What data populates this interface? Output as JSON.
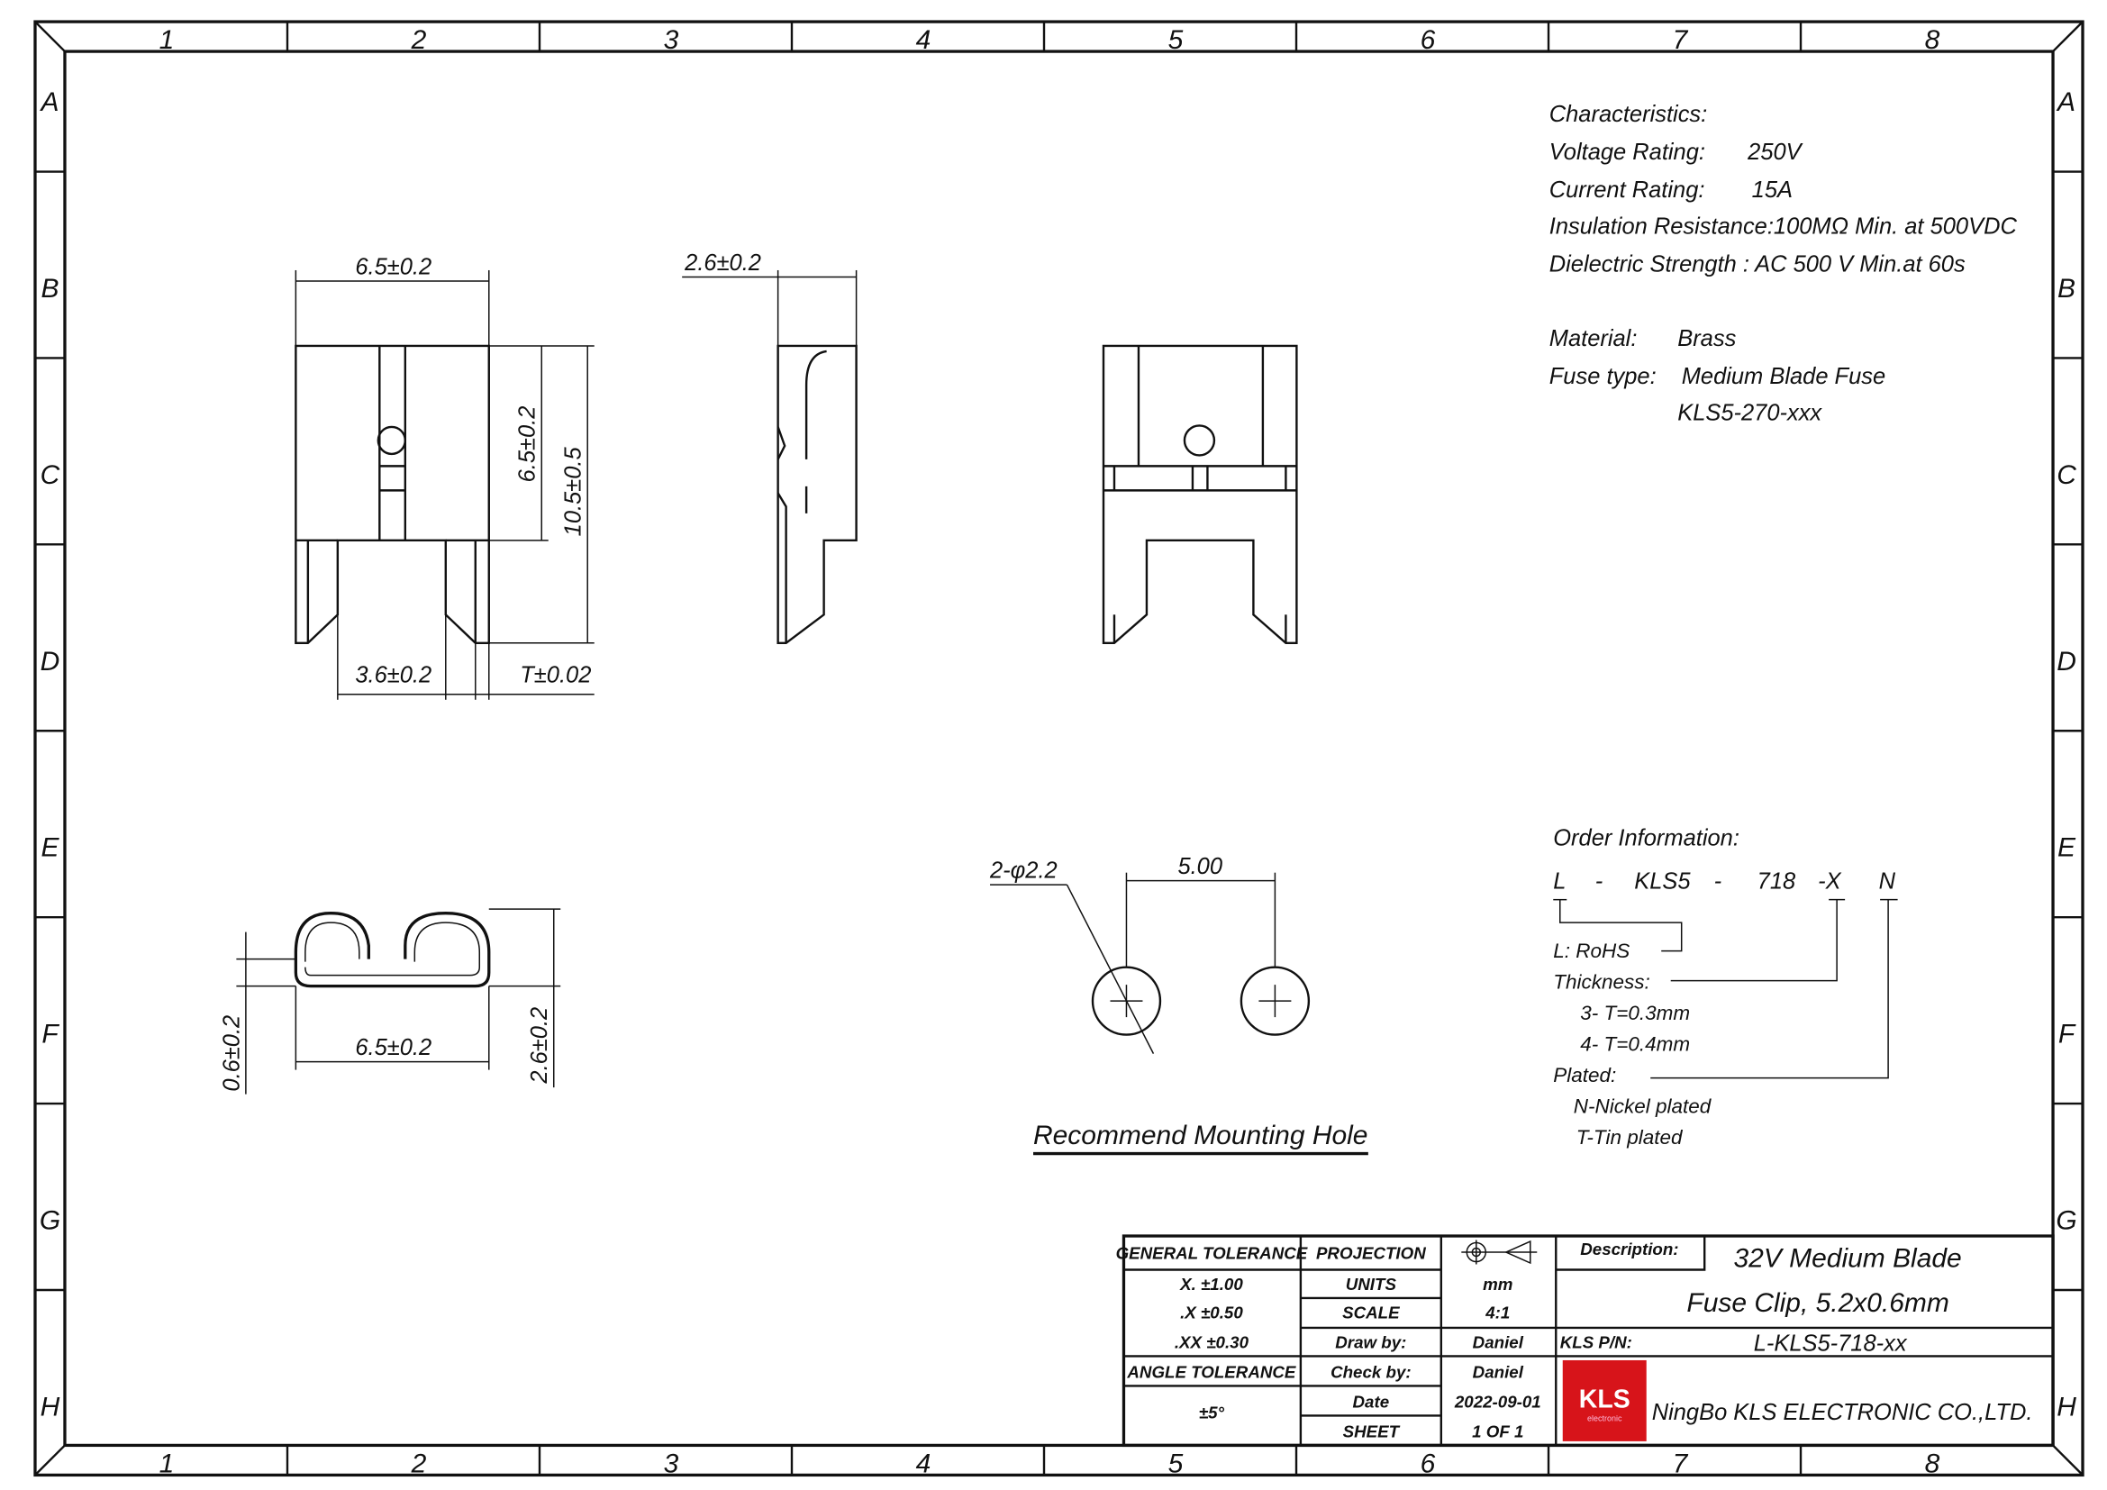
{
  "frame": {
    "columns": [
      "1",
      "2",
      "3",
      "4",
      "5",
      "6",
      "7",
      "8"
    ],
    "rows": [
      "A",
      "B",
      "C",
      "D",
      "E",
      "F",
      "G",
      "H"
    ]
  },
  "characteristics": {
    "heading": "Characteristics:",
    "voltage_label": "Voltage Rating:",
    "voltage_value": "250V",
    "current_label": "Current Rating:",
    "current_value": "15A",
    "insulation": "Insulation Resistance:100MΩ Min. at 500VDC",
    "dielectric": "Dielectric Strength :  AC 500 V Min.at 60s",
    "material_label": "Material:",
    "material_value": "Brass",
    "fuse_type_label": "Fuse type:",
    "fuse_type_value": "Medium Blade Fuse",
    "fuse_type_part": "KLS5-270-xxx"
  },
  "dimensions": {
    "front_width": "6.5±0.2",
    "front_body_height": "6.5±0.2",
    "front_total_height": "10.5±0.5",
    "leg_spacing": "3.6±0.2",
    "thickness": "T±0.02",
    "side_width": "2.6±0.2",
    "section_width": "6.5±0.2",
    "section_gap": "0.6±0.2",
    "section_height": "2.6±0.2",
    "hole_diameter": "2-φ2.2",
    "hole_spacing": "5.00"
  },
  "mounting_hole_title": "Recommend Mounting Hole",
  "order_info": {
    "heading": "Order Information:",
    "code_parts": [
      "L",
      "-",
      "KLS5",
      "-",
      "718",
      "-X",
      "N"
    ],
    "rohs": "L: RoHS",
    "thickness_label": "Thickness:",
    "thickness_options": [
      "3-  T=0.3mm",
      "4-  T=0.4mm"
    ],
    "plated_label": "Plated:",
    "plated_options": [
      "N-Nickel plated",
      "T-Tin plated"
    ]
  },
  "title_block": {
    "general_tolerance": "GENERAL TOLERANCE",
    "tol_x": "X.  ±1.00",
    "tol_x1": ".X  ±0.50",
    "tol_x2": ".XX  ±0.30",
    "angle_tolerance": "ANGLE TOLERANCE",
    "angle_value": "±5°",
    "projection": "PROJECTION",
    "units_label": "UNITS",
    "units_value": "mm",
    "scale_label": "SCALE",
    "scale_value": "4:1",
    "draw_label": "Draw by:",
    "draw_value": "Daniel",
    "check_label": "Check by:",
    "check_value": "Daniel",
    "date_label": "Date",
    "date_value": "2022-09-01",
    "sheet_label": "SHEET",
    "sheet_value": "1 OF 1",
    "description_label": "Description:",
    "description_line1": "32V Medium Blade",
    "description_line2": "Fuse Clip, 5.2x0.6mm",
    "pn_label": "KLS P/N:",
    "pn_value": "L-KLS5-718-xx",
    "logo_text": "KLS",
    "logo_sub": "electronic",
    "logo_color": "#d7141a",
    "company": "NingBo KLS ELECTRONIC CO.,LTD."
  }
}
